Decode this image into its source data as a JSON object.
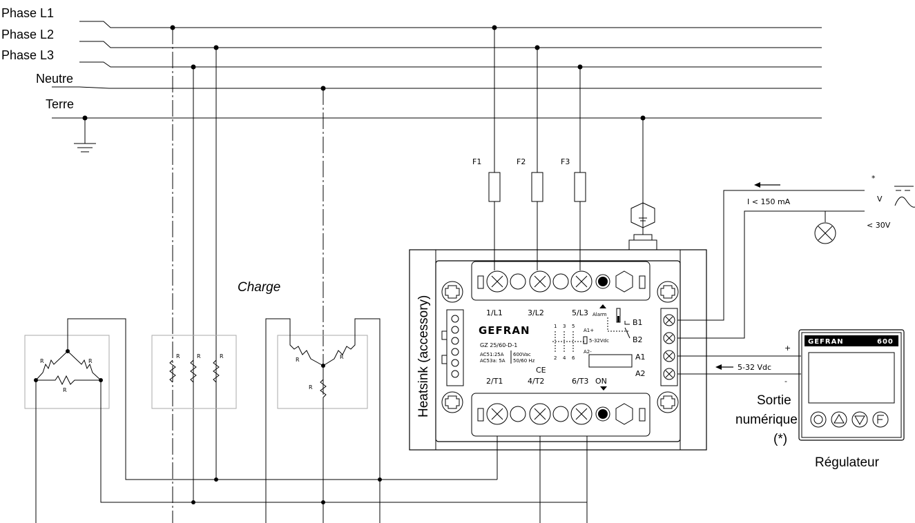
{
  "bus": {
    "l1": "Phase L1",
    "l2": "Phase L2",
    "l3": "Phase L3",
    "neutral": "Neutre",
    "earth": "Terre"
  },
  "fuses": {
    "f1": "F1",
    "f2": "F2",
    "f3": "F3"
  },
  "load": {
    "title": "Charge",
    "r": "R"
  },
  "heatsink": {
    "label": "Heatsink (accessory)"
  },
  "device": {
    "brand": "GEFRAN",
    "model": "GZ 25/60-D-1",
    "ac51": "AC51:25A",
    "ac53": "AC53a: 5A",
    "volt": "600Vac",
    "freq": "50/60 Hz",
    "ce": "CE",
    "t_1l1": "1/L1",
    "t_3l2": "3/L2",
    "t_5l3": "5/L3",
    "t_2t1": "2/T1",
    "t_4t2": "4/T2",
    "t_6t3": "6/T3",
    "alarm": "Alarm",
    "on": "ON",
    "b1": "B1",
    "b2": "B2",
    "a1": "A1",
    "a2": "A2",
    "a1p": "A1+",
    "a2m": "A2-",
    "ctrl_v": "5-32Vdc",
    "n1": "1",
    "n3": "3",
    "n5": "5",
    "n2": "2",
    "n4": "4",
    "n6": "6"
  },
  "alarm_circuit": {
    "current": "I < 150 mA",
    "v": "V",
    "vmax": "< 30V",
    "star": "*"
  },
  "control": {
    "voltage": "5-32 Vdc",
    "plus": "+",
    "minus": "-",
    "output1": "Sortie",
    "output2": "numérique",
    "output3": "(*)"
  },
  "regulator": {
    "label": "Régulateur",
    "brand": "GEFRAN",
    "model": "600"
  }
}
